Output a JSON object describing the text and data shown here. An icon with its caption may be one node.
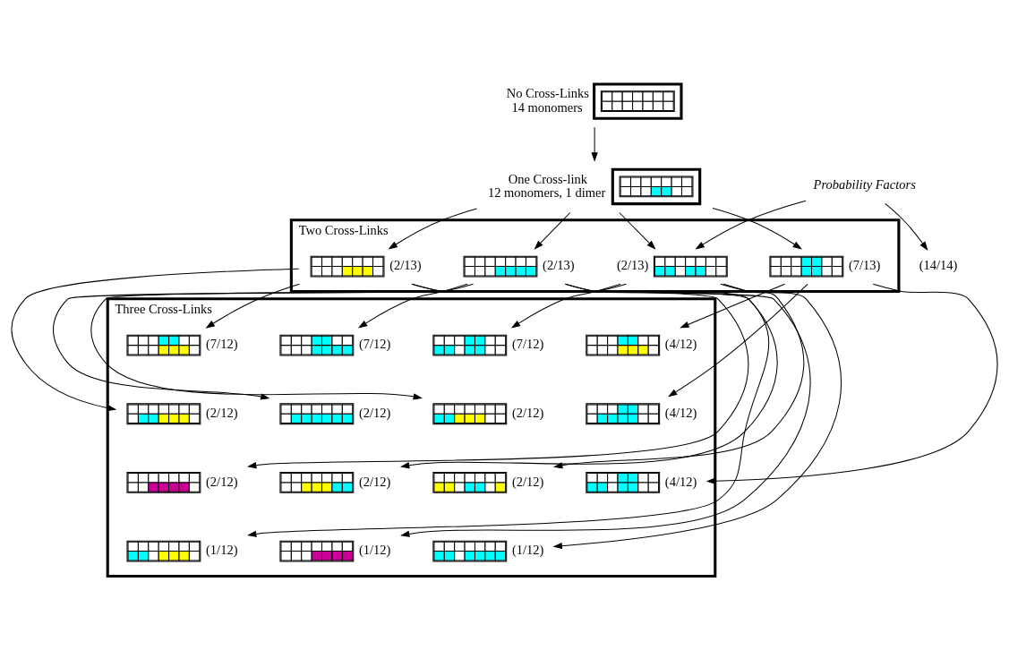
{
  "diagram": {
    "nodes": [
      {
        "text": [],
        "shape": "picture",
        "beside": [
          "No Cross-Links",
          "14 monomers"
        ]
      },
      {
        "text": [
          "Probability Factors"
        ]
      },
      {
        "text": [],
        "shape": "picture",
        "beside": [
          "One Cross-link",
          "12 monomers, 1 dimer"
        ]
      },
      {
        "text": [
          "(14/14)"
        ]
      },
      {
        "text": [
          "Two Cross-Links"
        ]
      },
      {
        "text": [
          "(7/13)"
        ],
        "in": 4
      },
      {
        "text": [
          "(2/13)"
        ],
        "in": 4
      },
      {
        "text": [
          "(2/13)"
        ],
        "in": 4
      },
      {
        "text": [
          "(2/13)"
        ],
        "in": 4
      },
      {
        "text": [
          "Three Cross-Links"
        ]
      },
      {
        "text": [
          "(4/12)"
        ],
        "in": 9
      },
      {
        "text": [
          "(4/12)"
        ],
        "in": 9
      },
      {
        "text": [
          "(4/12)"
        ],
        "in": 9
      },
      {
        "text": [
          "(7/12)"
        ],
        "in": 9
      },
      {
        "text": [
          "(2/12)"
        ],
        "in": 9
      },
      {
        "text": [
          "(2/12)"
        ],
        "in": 9
      },
      {
        "text": [
          "(1/12)"
        ],
        "in": 9
      },
      {
        "text": [
          "(7/12)"
        ],
        "in": 9
      },
      {
        "text": [
          "(2/12)"
        ],
        "in": 9
      },
      {
        "text": [
          "(2/12)"
        ],
        "in": 9
      },
      {
        "text": [
          "(1/12)"
        ],
        "in": 9
      },
      {
        "text": [
          "(7/12)"
        ],
        "in": 9
      },
      {
        "text": [
          "(2/12)"
        ],
        "in": 9
      },
      {
        "text": [
          "(2/12)"
        ],
        "in": 9
      },
      {
        "text": [
          "(1/12)"
        ],
        "in": 9
      }
    ],
    "edges": [
      {
        "from": 0,
        "to": 2,
        "arrow": "to"
      },
      {
        "from": 1,
        "to": 3,
        "arrow": "to"
      },
      {
        "from": 1,
        "to": 8,
        "arrow": "to"
      },
      {
        "from": 2,
        "to": 5,
        "arrow": "to"
      },
      {
        "from": 2,
        "to": 6,
        "arrow": "to"
      },
      {
        "from": 2,
        "to": 7,
        "arrow": "to"
      },
      {
        "from": 2,
        "to": 8,
        "arrow": "to"
      },
      {
        "from": 5,
        "to": 10,
        "arrow": "to"
      },
      {
        "from": 5,
        "to": 11,
        "arrow": "to"
      },
      {
        "from": 5,
        "to": 12,
        "arrow": "to"
      },
      {
        "from": 6,
        "to": 13,
        "arrow": "to"
      },
      {
        "from": 6,
        "to": 14,
        "arrow": "to"
      },
      {
        "from": 6,
        "to": 15,
        "arrow": "to"
      },
      {
        "from": 6,
        "to": 16,
        "arrow": "to"
      },
      {
        "from": 7,
        "to": 17,
        "arrow": "to"
      },
      {
        "from": 7,
        "to": 18,
        "arrow": "to"
      },
      {
        "from": 7,
        "to": 19,
        "arrow": "to"
      },
      {
        "from": 7,
        "to": 20,
        "arrow": "to"
      },
      {
        "from": 8,
        "to": 21,
        "arrow": "to"
      },
      {
        "from": 8,
        "to": 22,
        "arrow": "to"
      },
      {
        "from": 8,
        "to": 23,
        "arrow": "to"
      },
      {
        "from": 8,
        "to": 24,
        "arrow": "to"
      }
    ]
  }
}
